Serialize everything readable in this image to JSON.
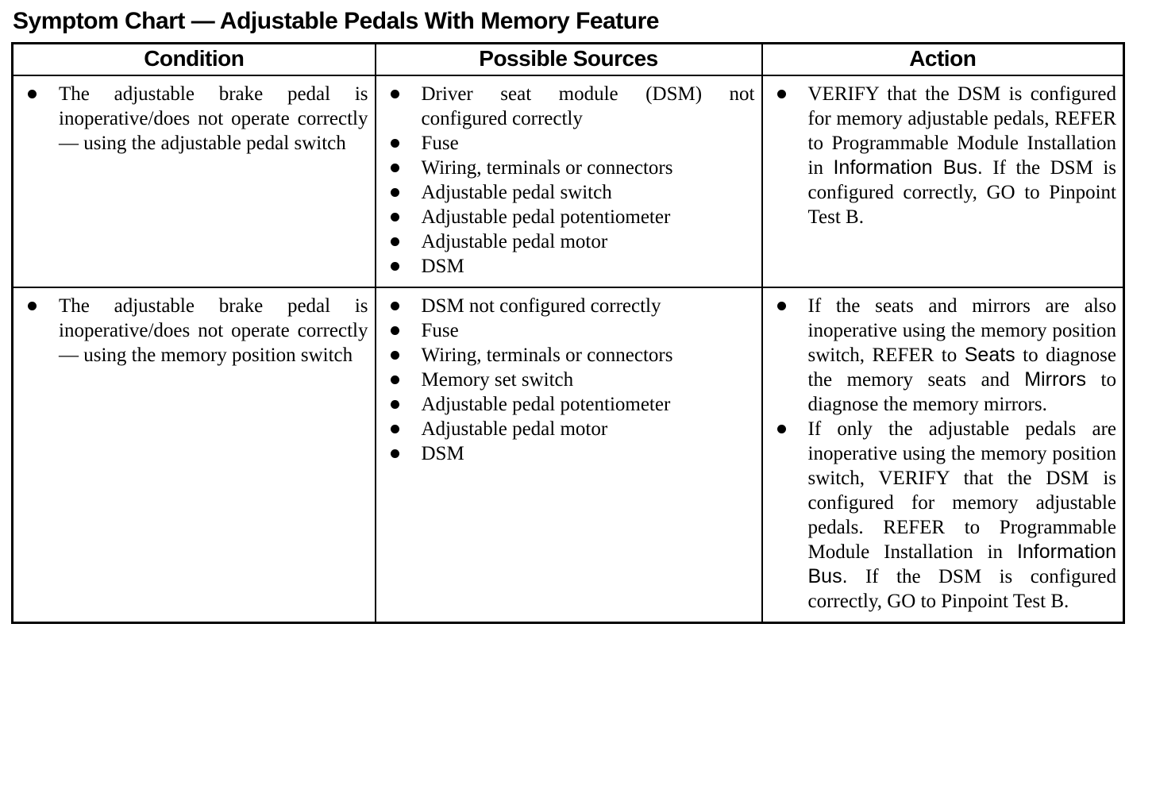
{
  "title": "Symptom Chart — Adjustable Pedals With Memory Feature",
  "table": {
    "headers": [
      "Condition",
      "Possible Sources",
      "Action"
    ],
    "rows": [
      {
        "condition": [
          {
            "segments": [
              {
                "text": "The adjustable brake pedal is inoperative/does not operate correctly — using the adjustable pedal switch",
                "font": "serif"
              }
            ]
          }
        ],
        "sources": [
          {
            "segments": [
              {
                "text": "Driver seat module (DSM) not configured correctly",
                "font": "serif"
              }
            ]
          },
          {
            "segments": [
              {
                "text": "Fuse",
                "font": "serif"
              }
            ]
          },
          {
            "segments": [
              {
                "text": "Wiring, terminals or connectors",
                "font": "serif"
              }
            ]
          },
          {
            "segments": [
              {
                "text": "Adjustable pedal switch",
                "font": "serif"
              }
            ]
          },
          {
            "segments": [
              {
                "text": "Adjustable pedal potentiometer",
                "font": "serif"
              }
            ]
          },
          {
            "segments": [
              {
                "text": "Adjustable pedal motor",
                "font": "serif"
              }
            ]
          },
          {
            "segments": [
              {
                "text": "DSM",
                "font": "serif"
              }
            ]
          }
        ],
        "action": [
          {
            "segments": [
              {
                "text": "VERIFY that the DSM is configured for memory adjustable pedals, REFER to Programmable Module Installation in ",
                "font": "serif"
              },
              {
                "text": "Information Bus.",
                "font": "sans"
              },
              {
                "text": " If the DSM is configured correctly, GO to Pinpoint Test B.",
                "font": "serif"
              }
            ]
          }
        ]
      },
      {
        "condition": [
          {
            "segments": [
              {
                "text": "The adjustable brake pedal is inoperative/does not operate correctly — using the memory position switch",
                "font": "serif"
              }
            ]
          }
        ],
        "sources": [
          {
            "segments": [
              {
                "text": "DSM not configured correctly",
                "font": "serif"
              }
            ]
          },
          {
            "segments": [
              {
                "text": "Fuse",
                "font": "serif"
              }
            ]
          },
          {
            "segments": [
              {
                "text": "Wiring, terminals or connectors",
                "font": "serif"
              }
            ]
          },
          {
            "segments": [
              {
                "text": "Memory set switch",
                "font": "serif"
              }
            ]
          },
          {
            "segments": [
              {
                "text": "Adjustable pedal potentiometer",
                "font": "serif"
              }
            ]
          },
          {
            "segments": [
              {
                "text": "Adjustable pedal motor",
                "font": "serif"
              }
            ]
          },
          {
            "segments": [
              {
                "text": "DSM",
                "font": "serif"
              }
            ]
          }
        ],
        "action": [
          {
            "segments": [
              {
                "text": "If the seats and mirrors are also inoperative using the memory position switch, REFER to ",
                "font": "serif"
              },
              {
                "text": "Seats",
                "font": "sans"
              },
              {
                "text": " to diagnose the memory seats and ",
                "font": "serif"
              },
              {
                "text": "Mirrors",
                "font": "sans"
              },
              {
                "text": " to diagnose the memory mirrors.",
                "font": "serif"
              }
            ]
          },
          {
            "segments": [
              {
                "text": "If only the adjustable pedals are inoperative using the memory position switch, VERIFY that the DSM is configured for memory adjustable pedals. REFER to Programmable Module Installation in ",
                "font": "serif"
              },
              {
                "text": "Information Bus.",
                "font": "sans"
              },
              {
                "text": " If the DSM is configured correctly, GO to Pinpoint Test B.",
                "font": "serif"
              }
            ]
          }
        ]
      }
    ]
  }
}
